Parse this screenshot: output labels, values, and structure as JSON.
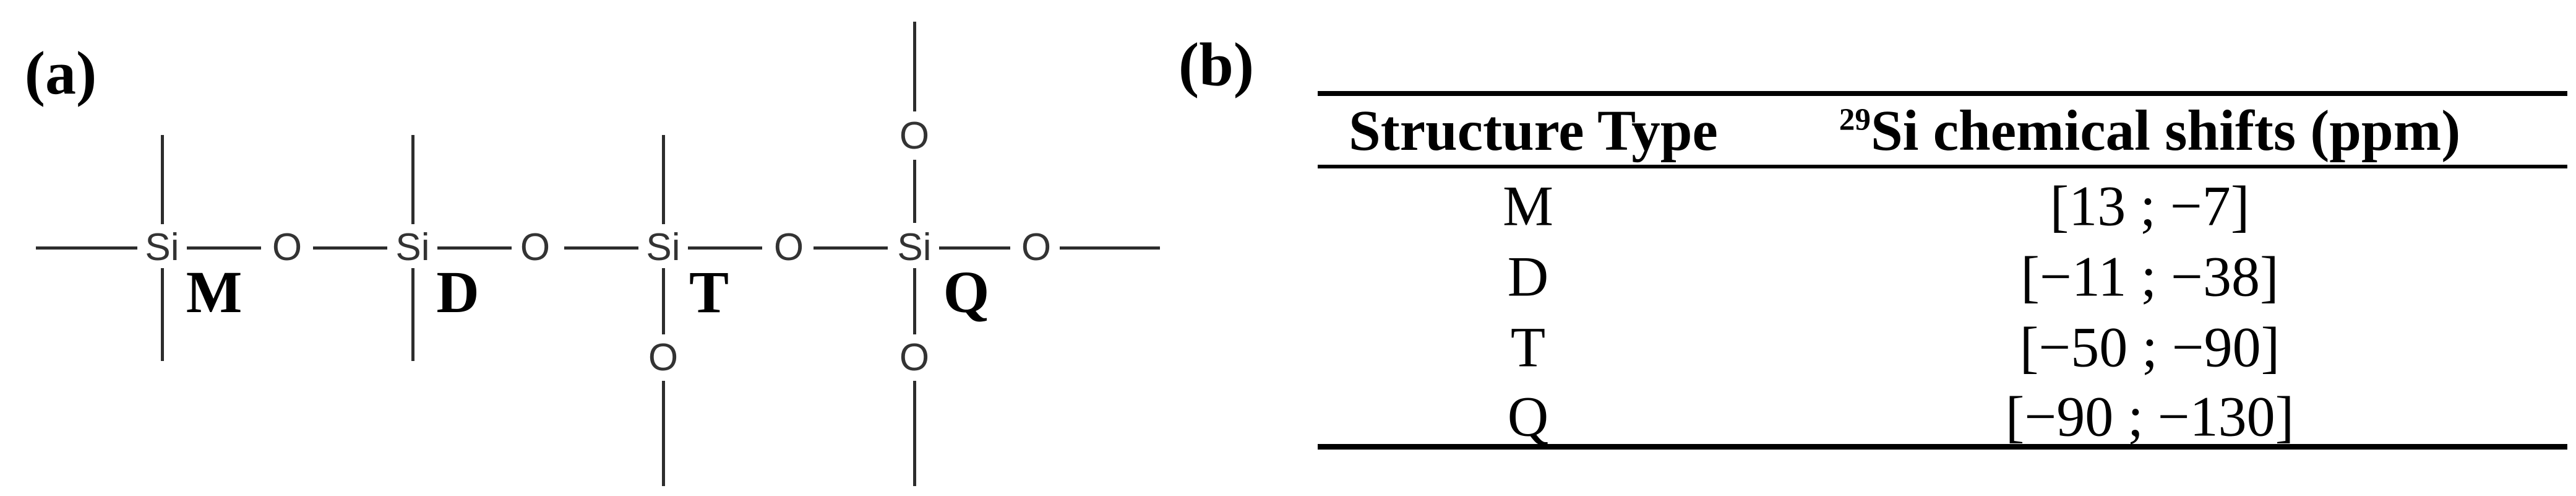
{
  "panel_labels": {
    "a": "(a)",
    "b": "(b)"
  },
  "structure": {
    "backbone_atoms": [
      "Si",
      "O",
      "Si",
      "O",
      "Si",
      "O",
      "Si",
      "O"
    ],
    "pendant_oxygens": [
      "O",
      "O",
      "O"
    ],
    "unit_labels": [
      "M",
      "D",
      "T",
      "Q"
    ]
  },
  "table": {
    "header": {
      "structure_type": "Structure Type",
      "shift_sup": "29",
      "shift_label": "Si chemical shifts (ppm)"
    },
    "rows": [
      {
        "type": "M",
        "shift_range": "[13 ; −7]"
      },
      {
        "type": "D",
        "shift_range": "[−11 ; −38]"
      },
      {
        "type": "T",
        "shift_range": "[−50 ; −90]"
      },
      {
        "type": "Q",
        "shift_range": "[−90 ; −130]"
      }
    ]
  }
}
